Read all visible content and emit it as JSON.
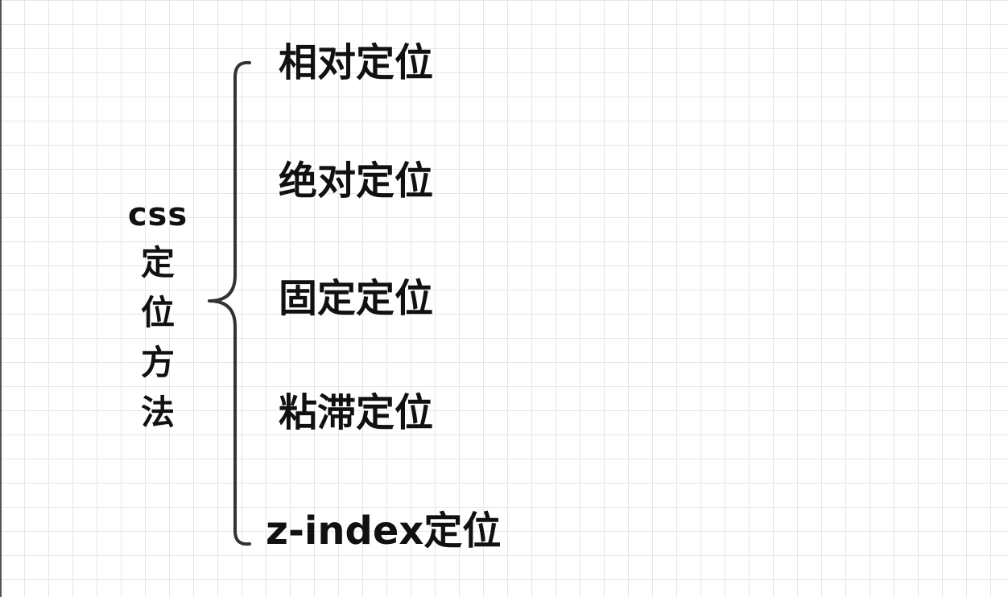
{
  "diagram": {
    "root_lines": [
      "css",
      "定",
      "位",
      "方",
      "法"
    ],
    "branches": [
      {
        "label": "相对定位"
      },
      {
        "label": "绝对定位"
      },
      {
        "label": "固定定位"
      },
      {
        "label": "粘滞定位"
      },
      {
        "label": "z-index定位"
      }
    ],
    "colors": {
      "background": "#ffffff",
      "grid": "#e6e6e6",
      "text": "#111111",
      "brace": "#333333"
    }
  }
}
